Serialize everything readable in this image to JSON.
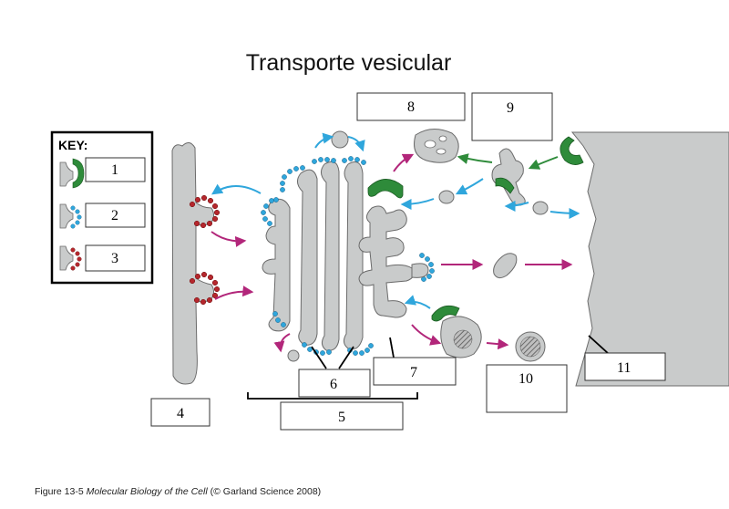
{
  "title": "Transporte vesicular",
  "key": {
    "heading": "KEY:",
    "items": [
      {
        "label": "1",
        "coat_color": "#2e8b3a"
      },
      {
        "label": "2",
        "coat_color": "#2fa6dc"
      },
      {
        "label": "3",
        "coat_color": "#b5272d"
      }
    ]
  },
  "labels": {
    "n4": "4",
    "n5": "5",
    "n6": "6",
    "n7": "7",
    "n8": "8",
    "n9": "9",
    "n10": "10",
    "n11": "11"
  },
  "caption": {
    "figure": "Figure 13-5",
    "book": "Molecular Biology of the Cell",
    "credit": "(© Garland Science 2008)"
  },
  "colors": {
    "membrane": "#c9cbcb",
    "outline": "#6b6b6b",
    "green": "#2e8b3a",
    "blue": "#2fa6dc",
    "red": "#b5272d",
    "magenta": "#b2267a"
  }
}
